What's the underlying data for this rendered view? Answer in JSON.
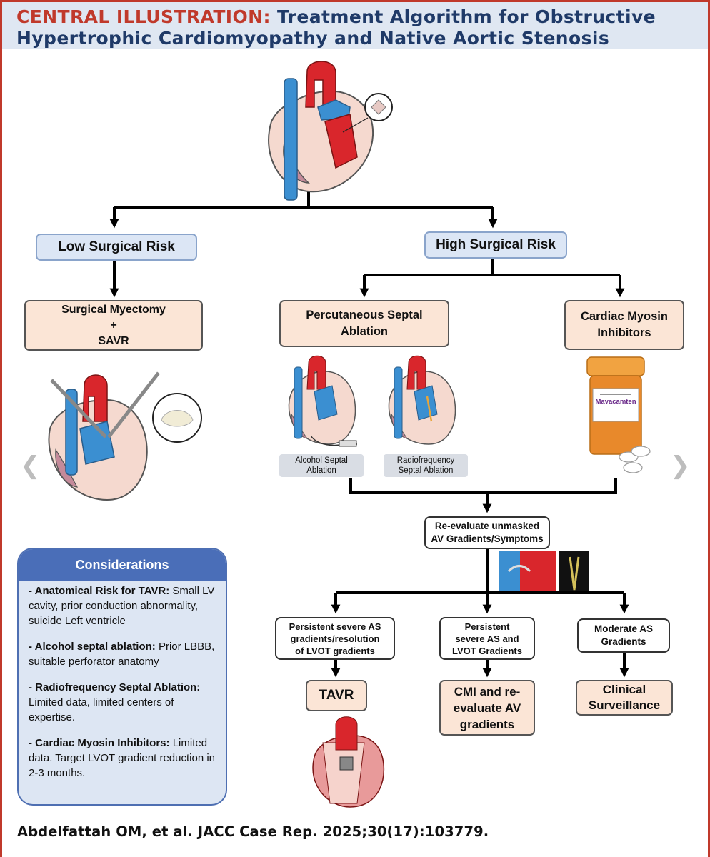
{
  "header": {
    "title_prefix": "CENTRAL ILLUSTRATION:",
    "title_line1": "Treatment Algorithm for Obstructive",
    "title_line2": "Hypertrophic Cardiomyopathy and Native Aortic Stenosis"
  },
  "nodes": {
    "low_risk": "Low Surgical Risk",
    "high_risk": "High Surgical Risk",
    "myectomy_line1": "Surgical Myectomy",
    "myectomy_line2": "+",
    "myectomy_line3": "SAVR",
    "septal_ablation": "Percutaneous Septal Ablation",
    "cmi": "Cardiac Myosin Inhibitors",
    "alcohol_ablation": "Alcohol Septal Ablation",
    "rf_ablation": "Radiofrequency Septal Ablation",
    "bottle_label": "Mavacamten",
    "reevaluate_line1": "Re-evaluate unmasked",
    "reevaluate_line2": "AV Gradients/Symptoms",
    "persistent_as_line1": "Persistent severe AS",
    "persistent_as_line2": "gradients/resolution",
    "persistent_as_line3": "of LVOT gradients",
    "persistent_both_line1": "Persistent",
    "persistent_both_line2": "severe AS and",
    "persistent_both_line3": "LVOT Gradients",
    "moderate_line1": "Moderate AS",
    "moderate_line2": "Gradients",
    "tavr": "TAVR",
    "cmi_reeval_line1": "CMI and re-",
    "cmi_reeval_line2": "evaluate AV",
    "cmi_reeval_line3": "gradients",
    "surveillance_line1": "Clinical",
    "surveillance_line2": "Surveillance"
  },
  "considerations": {
    "heading": "Considerations",
    "items": [
      {
        "label": "- Anatomical Risk for TAVR:",
        "text": " Small LV cavity, prior conduction abnormality, suicide Left ventricle"
      },
      {
        "label": "- Alcohol septal ablation:",
        "text": " Prior LBBB, suitable perforator anatomy"
      },
      {
        "label": "- Radiofrequency Septal Ablation:",
        "text": " Limited data, limited centers of expertise."
      },
      {
        "label": "- Cardiac Myosin Inhibitors:",
        "text": " Limited data. Target LVOT gradient reduction in 2-3 months."
      }
    ]
  },
  "citation": "Abdelfattah OM, et al. JACC Case Rep. 2025;30(17):103779.",
  "icons": {
    "prev": "chevron-left-icon",
    "next": "chevron-right-icon"
  },
  "colors": {
    "accent_red": "#c0392b",
    "navy": "#1f3a68",
    "header_bg": "#dfe7f2",
    "blue_box": "#dce6f5",
    "peach_box": "#fbe5d6",
    "considerations_header": "#4a6eb8",
    "pill_orange": "#e8892b"
  }
}
